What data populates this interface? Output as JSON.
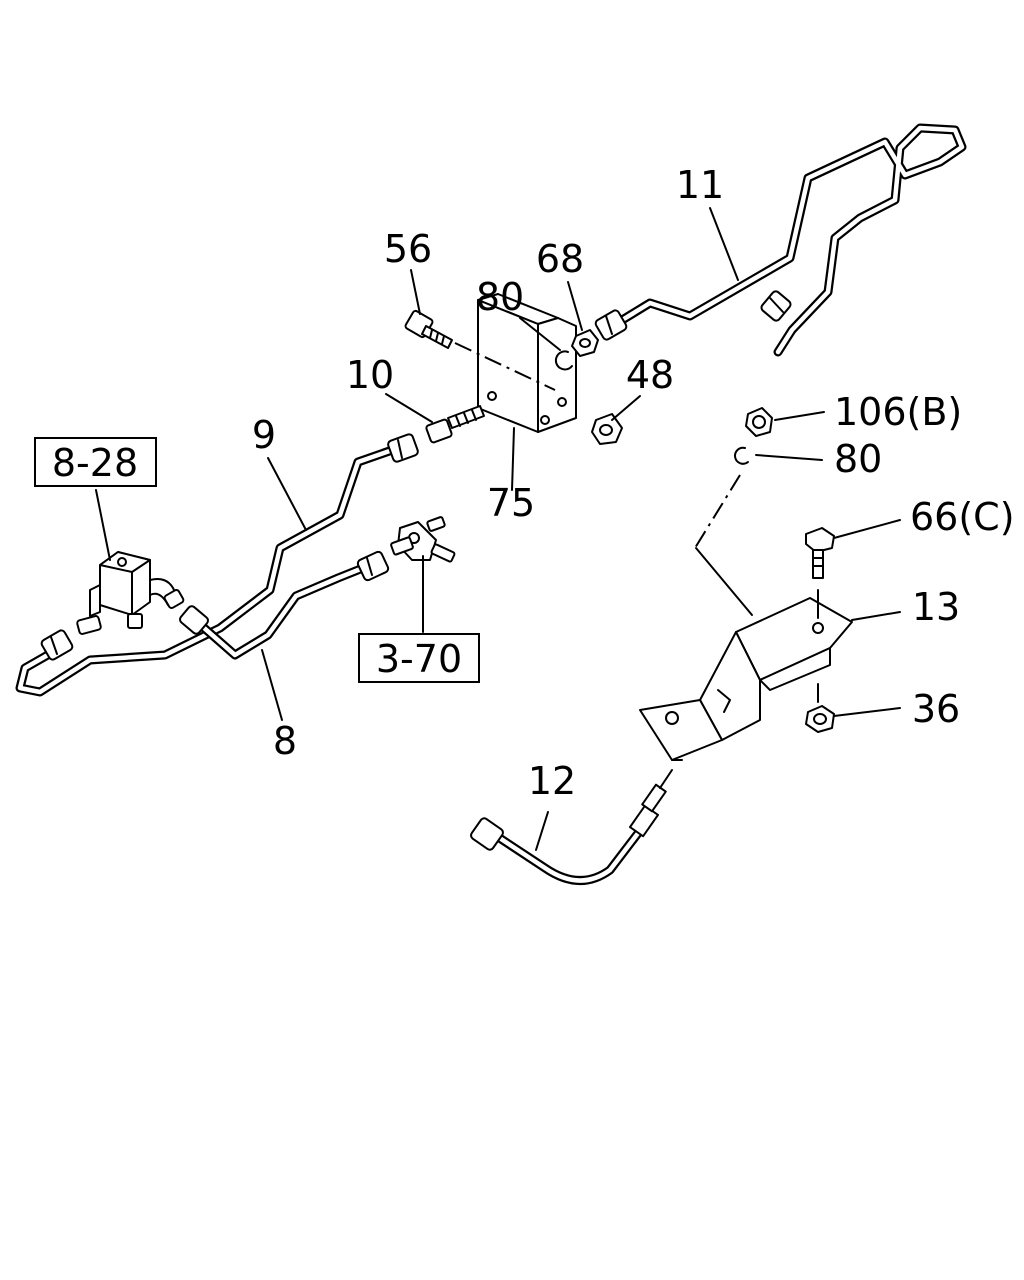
{
  "diagram": {
    "callouts": [
      {
        "id": "11",
        "text": "11"
      },
      {
        "id": "56",
        "text": "56"
      },
      {
        "id": "68",
        "text": "68"
      },
      {
        "id": "80a",
        "text": "80"
      },
      {
        "id": "10",
        "text": "10"
      },
      {
        "id": "48",
        "text": "48"
      },
      {
        "id": "9",
        "text": "9"
      },
      {
        "id": "75",
        "text": "75"
      },
      {
        "id": "8",
        "text": "8"
      },
      {
        "id": "106B",
        "text": "106(B)"
      },
      {
        "id": "80b",
        "text": "80"
      },
      {
        "id": "66C",
        "text": "66(C)"
      },
      {
        "id": "13",
        "text": "13"
      },
      {
        "id": "36",
        "text": "36"
      },
      {
        "id": "12",
        "text": "12"
      }
    ],
    "references": [
      {
        "id": "8-28",
        "text": "8-28"
      },
      {
        "id": "3-70",
        "text": "3-70"
      }
    ]
  }
}
